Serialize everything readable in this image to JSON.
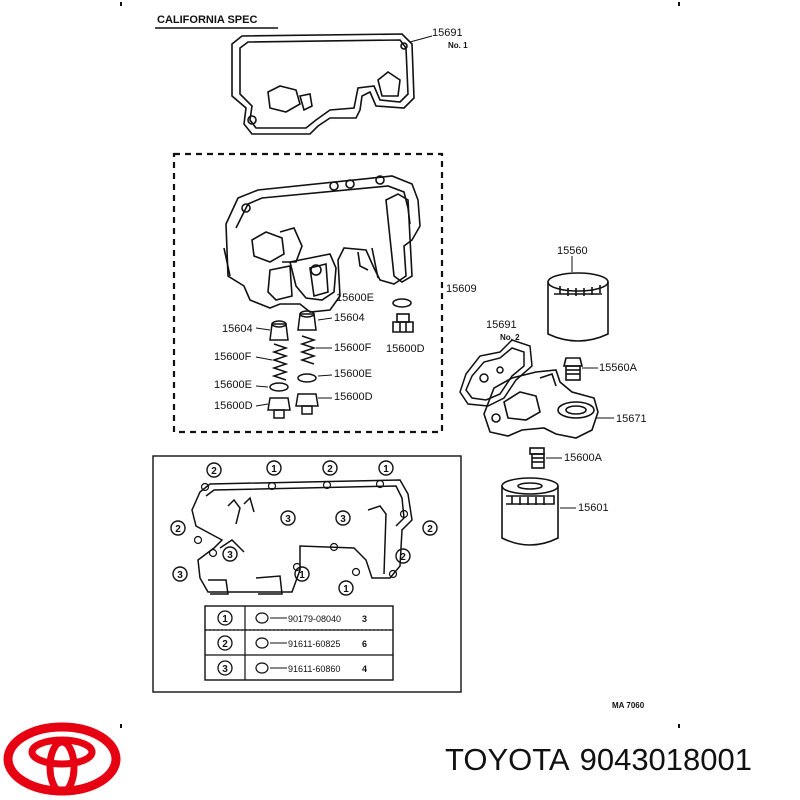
{
  "header": {
    "spec_title": "CALIFORNIA SPEC"
  },
  "labels": {
    "l15691_top": "15691",
    "no1": "No. 1",
    "l15609": "15609",
    "l15600E_a": "15600E",
    "l15604_a": "15604",
    "l15604_b": "15604",
    "l15600F_a": "15600F",
    "l15600F_b": "15600F",
    "l15600E_b": "15600E",
    "l15600E_c": "15600E",
    "l15600D_a": "15600D",
    "l15600D_b": "15600D",
    "l15600D_c": "15600D",
    "l15560": "15560",
    "l15691_mid": "15691",
    "no2": "No. 2",
    "l15560A": "15560A",
    "l15671": "15671",
    "l15600A": "15600A",
    "l15601": "15601",
    "ma_code": "MA 7060"
  },
  "legend": {
    "rows": [
      {
        "num": "1",
        "part": "90179-08040",
        "qty": "3"
      },
      {
        "num": "2",
        "part": "91611-60825",
        "qty": "6"
      },
      {
        "num": "3",
        "part": "91611-60860",
        "qty": "4"
      }
    ]
  },
  "callouts": [
    "1",
    "2",
    "3"
  ],
  "brand": {
    "name": "TOYOTA",
    "part_number": "9043018001",
    "logo_color": "#e60012"
  }
}
